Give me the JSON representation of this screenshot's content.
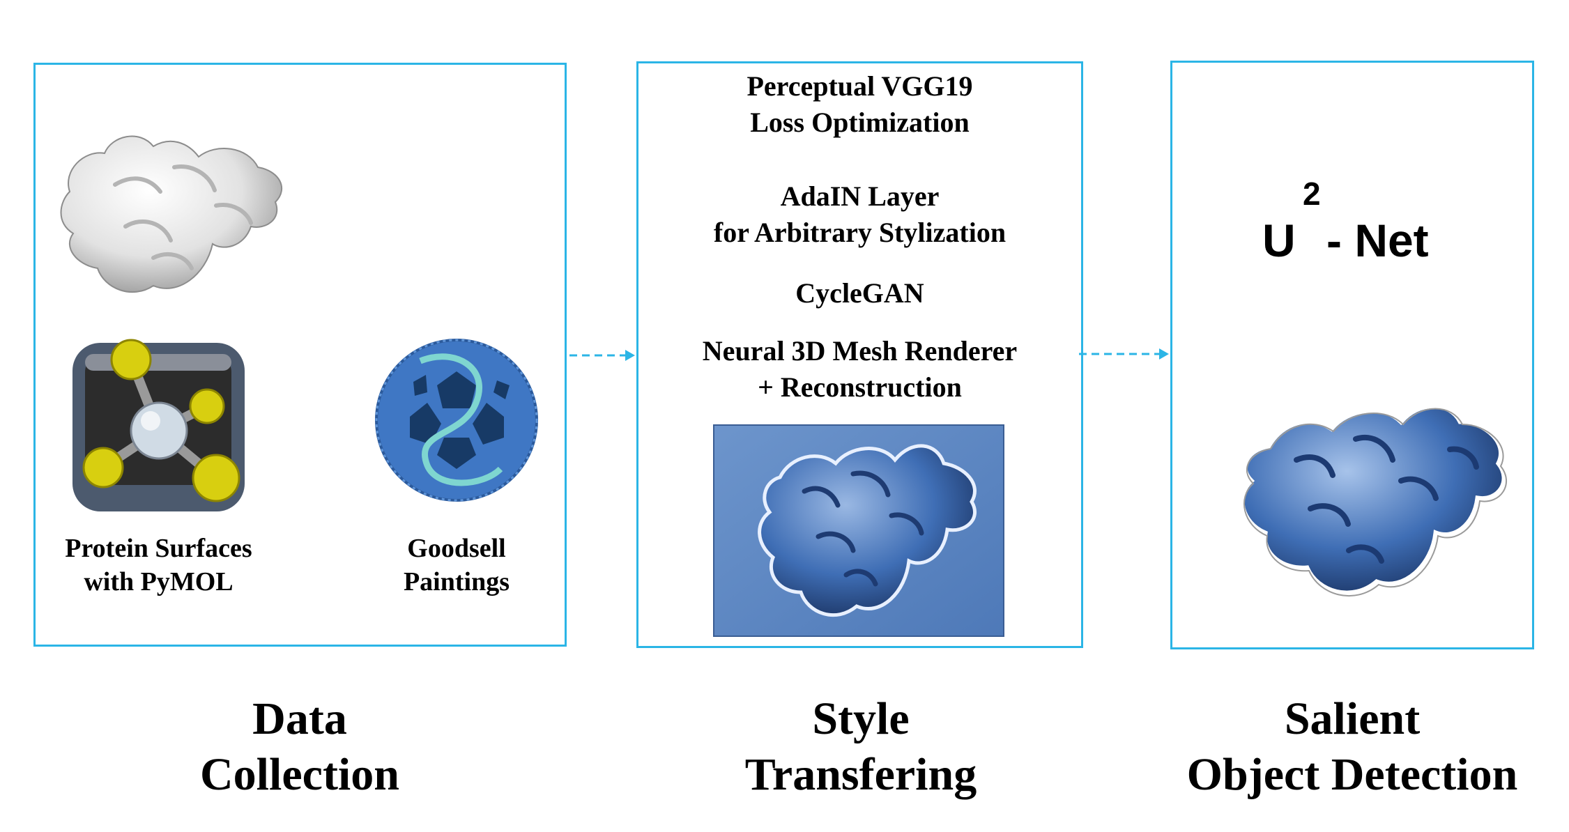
{
  "colors": {
    "panel_border": "#2bb5e6",
    "arrow": "#2bb5e6",
    "protein_blue": "#3f6eb5",
    "pymol_yellow": "#d8cf10"
  },
  "panels": {
    "data_collection": {
      "label_pymol_line1": "Protein Surfaces",
      "label_pymol_line2": "with PyMOL",
      "label_goodsell_line1": "Goodsell",
      "label_goodsell_line2": "Paintings",
      "icons": [
        "protein-surface-white",
        "pymol-app-icon",
        "goodsell-virus-painting"
      ]
    },
    "style_transfer": {
      "item1_line1": "Perceptual VGG19",
      "item1_line2": "Loss Optimization",
      "item2_line1": "AdaIN Layer",
      "item2_line2": "for Arbitrary Stylization",
      "item3": "CycleGAN",
      "item4_line1": "Neural 3D Mesh Renderer",
      "item4_line2": "+ Reconstruction",
      "icons": [
        "stylized-protein-blue-background"
      ]
    },
    "salient_detection": {
      "model_base": "U",
      "model_superscript": "2",
      "model_suffix": "- Net",
      "icons": [
        "stylized-protein-cutout"
      ]
    }
  },
  "stages": {
    "data_line1": "Data",
    "data_line2": "Collection",
    "style_line1": "Style",
    "style_line2": "Transfering",
    "salient_line1": "Salient",
    "salient_line2": "Object Detection"
  }
}
